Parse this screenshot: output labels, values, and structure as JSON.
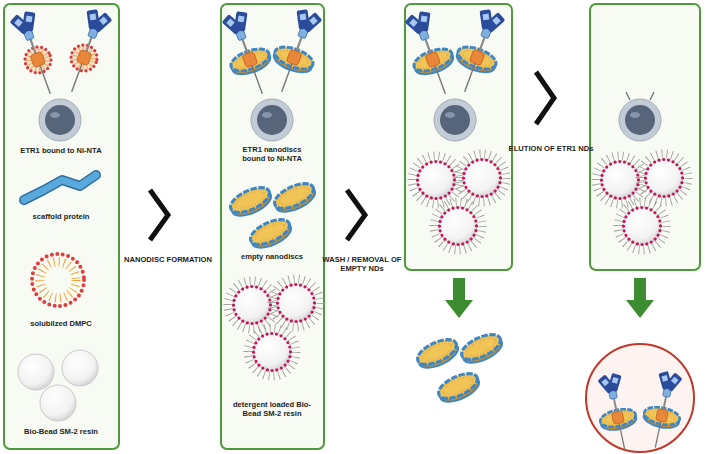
{
  "diagram": {
    "labels": [
      "ETR1 bound to Ni-NTA",
      "scaffold protein",
      "solubilzed DMPC",
      "Bio-Bead SM-2 resin",
      "NANODISC FORMATION",
      "ETR1 nanodiscs bound to Ni-NTA",
      "empty nanodiscs",
      "detergent loaded Bio-Bead SM-2 resin",
      "WASH / REMOVAL OF EMPTY NDs",
      "ELUTION OF ETR1 NDs"
    ]
  }
}
